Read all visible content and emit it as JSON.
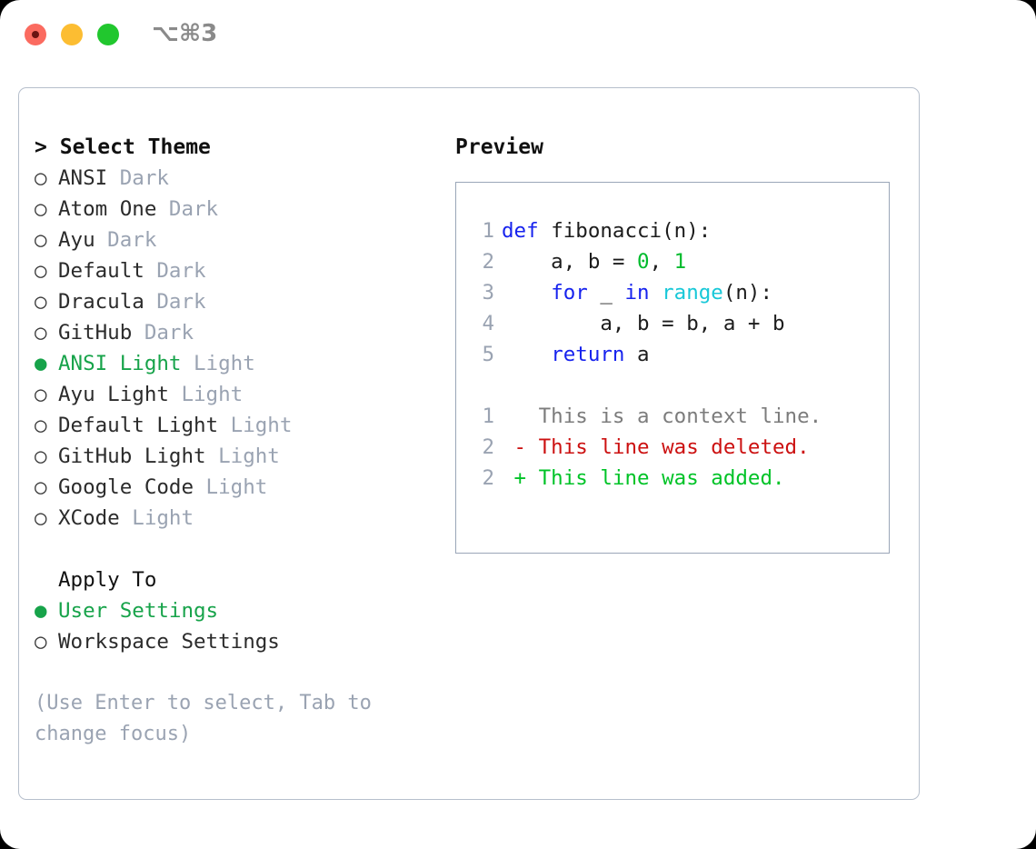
{
  "titlebar": {
    "shortcut": "⌥⌘3",
    "lights": [
      {
        "name": "close",
        "color": "#fb6b60"
      },
      {
        "name": "minimize",
        "color": "#fcbd32"
      },
      {
        "name": "maximize",
        "color": "#21c72e"
      }
    ]
  },
  "theme_panel": {
    "caret": ">",
    "title": "Select Theme",
    "bullet_selected": "●",
    "bullet_unselected": "○",
    "themes": [
      {
        "name": "ANSI",
        "badge": "Dark",
        "selected": false
      },
      {
        "name": "Atom One",
        "badge": "Dark",
        "selected": false
      },
      {
        "name": "Ayu",
        "badge": "Dark",
        "selected": false
      },
      {
        "name": "Default",
        "badge": "Dark",
        "selected": false
      },
      {
        "name": "Dracula",
        "badge": "Dark",
        "selected": false
      },
      {
        "name": "GitHub",
        "badge": "Dark",
        "selected": false
      },
      {
        "name": "ANSI Light",
        "badge": "Light",
        "selected": true
      },
      {
        "name": "Ayu Light",
        "badge": "Light",
        "selected": false
      },
      {
        "name": "Default Light",
        "badge": "Light",
        "selected": false
      },
      {
        "name": "GitHub Light",
        "badge": "Light",
        "selected": false
      },
      {
        "name": "Google Code",
        "badge": "Light",
        "selected": false
      },
      {
        "name": "XCode",
        "badge": "Light",
        "selected": false
      }
    ],
    "apply_to": {
      "heading": "Apply To",
      "options": [
        {
          "name": "User Settings",
          "selected": true
        },
        {
          "name": "Workspace Settings",
          "selected": false
        }
      ]
    },
    "hint": "(Use Enter to select, Tab to change focus)"
  },
  "preview": {
    "title": "Preview",
    "code_lines": [
      {
        "no": "1",
        "tokens": [
          {
            "t": "def ",
            "c": "kw"
          },
          {
            "t": "fibonacci(n):",
            "c": "txt"
          }
        ]
      },
      {
        "no": "2",
        "tokens": [
          {
            "t": "    a, b = ",
            "c": "txt"
          },
          {
            "t": "0",
            "c": "num"
          },
          {
            "t": ", ",
            "c": "txt"
          },
          {
            "t": "1",
            "c": "num"
          }
        ]
      },
      {
        "no": "3",
        "tokens": [
          {
            "t": "    ",
            "c": "txt"
          },
          {
            "t": "for",
            "c": "kw"
          },
          {
            "t": " _ ",
            "c": "txt"
          },
          {
            "t": "in",
            "c": "kw"
          },
          {
            "t": " ",
            "c": "txt"
          },
          {
            "t": "range",
            "c": "fn"
          },
          {
            "t": "(n):",
            "c": "txt"
          }
        ]
      },
      {
        "no": "4",
        "tokens": [
          {
            "t": "        a, b = b, a + b",
            "c": "txt"
          }
        ]
      },
      {
        "no": "5",
        "tokens": [
          {
            "t": "    ",
            "c": "txt"
          },
          {
            "t": "return",
            "c": "kw"
          },
          {
            "t": " a",
            "c": "txt"
          }
        ]
      }
    ],
    "diff_lines": [
      {
        "no": "1",
        "marker": " ",
        "text": " This is a context line.",
        "kind": "ctx"
      },
      {
        "no": "2",
        "marker": "-",
        "text": " This line was deleted.",
        "kind": "del"
      },
      {
        "no": "2",
        "marker": "+",
        "text": " This line was added.",
        "kind": "add"
      }
    ]
  },
  "colors": {
    "accent_green": "#17a34a",
    "muted": "#9aa3b2",
    "keyword_blue": "#1723ee",
    "function_cyan": "#18c8d8",
    "number_green": "#00bb2d",
    "diff_delete_red": "#cc1111",
    "diff_add_green": "#00c327",
    "border": "#b6bfcc"
  }
}
